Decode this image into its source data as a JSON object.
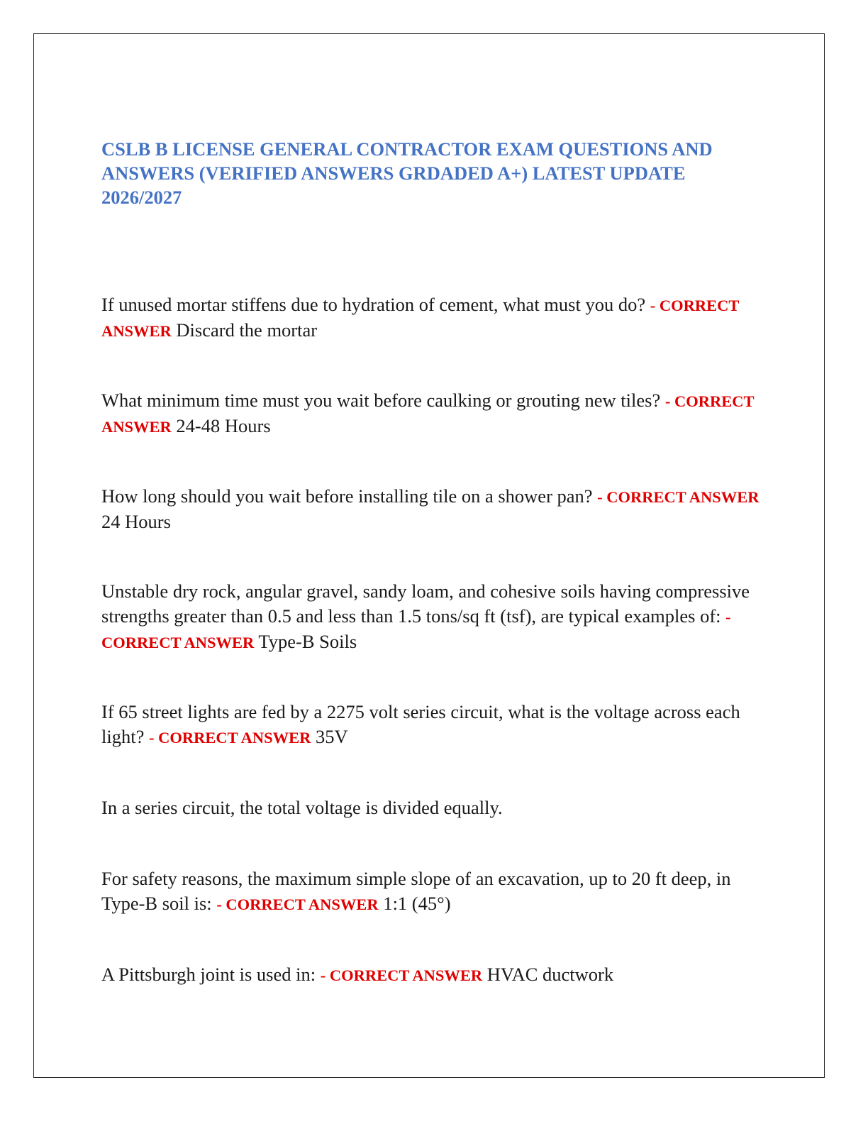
{
  "document": {
    "title": "CSLB B LICENSE GENERAL CONTRACTOR EXAM QUESTIONS AND ANSWERS (VERIFIED ANSWERS GRDADED A+) LATEST UPDATE 2026/2027",
    "answer_marker": "- CORRECT ANSWER",
    "items": [
      {
        "question": "If unused mortar stiffens due to hydration of cement, what must you do?",
        "answer": "Discard the mortar"
      },
      {
        "question": "What minimum time must you wait before caulking or grouting new tiles?",
        "answer": "24-48 Hours"
      },
      {
        "question": "How long should you wait before installing tile on a shower pan?",
        "answer": "24 Hours"
      },
      {
        "question": "Unstable dry rock, angular gravel, sandy loam, and cohesive soils having compressive strengths greater than 0.5 and less than 1.5 tons/sq ft (tsf), are typical examples of:",
        "answer": "Type-B Soils"
      },
      {
        "question": "If 65 street lights are fed by a 2275 volt series circuit, what is the voltage across each light?",
        "answer": "35V"
      },
      {
        "note": "In a series circuit, the total voltage is divided equally."
      },
      {
        "question": "For safety reasons, the maximum simple slope of an excavation, up to 20 ft deep, in Type-B soil is:",
        "answer": "1:1 (45°)"
      },
      {
        "question": "A Pittsburgh joint is used in:",
        "answer": "HVAC ductwork"
      }
    ]
  },
  "colors": {
    "title": "#4472c4",
    "answer_marker": "#e00000",
    "body_text": "#1a1a1a",
    "page_border": "#222222"
  }
}
